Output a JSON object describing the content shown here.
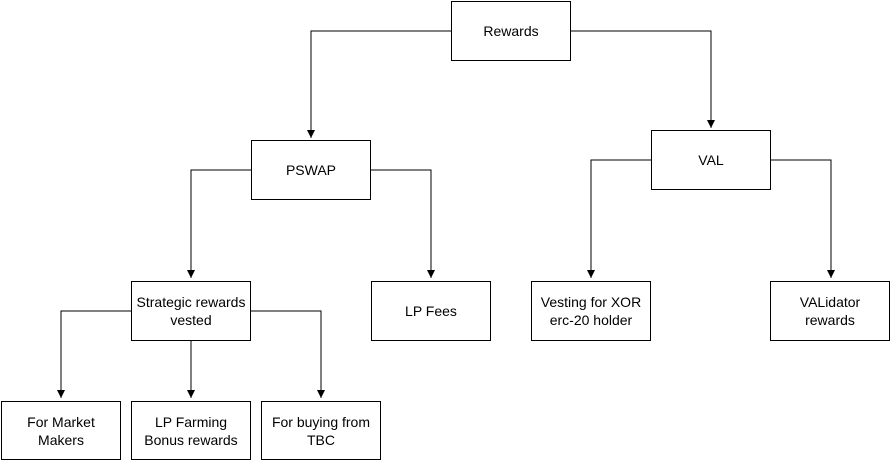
{
  "nodes": {
    "rewards": "Rewards",
    "pswap": "PSWAP",
    "val": "VAL",
    "strategic": "Strategic rewards\nvested",
    "lp_fees": "LP Fees",
    "vesting_xor": "Vesting for XOR\nerc-20 holder",
    "validator": "VALidator\nrewards",
    "market_makers": "For Market\nMakers",
    "lp_farming": "LP Farming\nBonus rewards",
    "buying_tbc": "For buying from\nTBC"
  },
  "edges": [
    {
      "from": "rewards",
      "to": "pswap"
    },
    {
      "from": "rewards",
      "to": "val"
    },
    {
      "from": "pswap",
      "to": "strategic"
    },
    {
      "from": "pswap",
      "to": "lp_fees"
    },
    {
      "from": "val",
      "to": "vesting_xor"
    },
    {
      "from": "val",
      "to": "validator"
    },
    {
      "from": "strategic",
      "to": "market_makers"
    },
    {
      "from": "strategic",
      "to": "lp_farming"
    },
    {
      "from": "strategic",
      "to": "buying_tbc"
    }
  ]
}
